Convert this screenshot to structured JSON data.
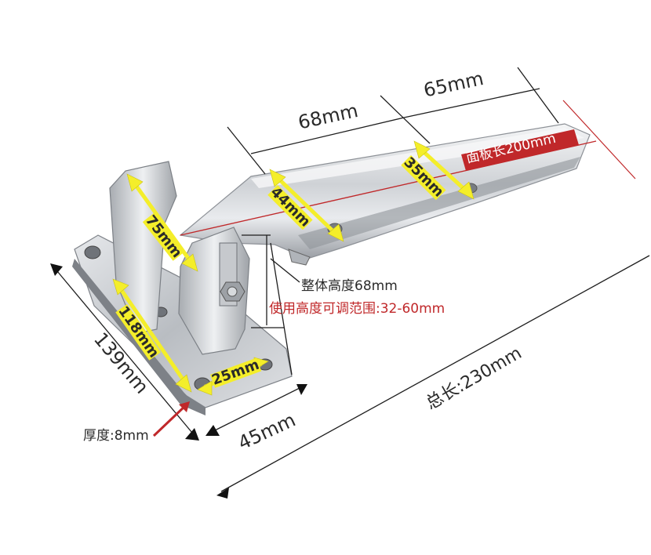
{
  "dims": {
    "d65": "65mm",
    "d68": "68mm",
    "panel": "面板长200mm",
    "d35": "35mm",
    "d44": "44mm",
    "d75": "75mm",
    "d118": "118mm",
    "d25": "25mm",
    "d139": "139mm",
    "d45": "45mm",
    "total": "总长:230mm",
    "height": "整体高度68mm",
    "adjust": "使用高度可调范围:32-60mm",
    "thickness": "厚度:8mm"
  },
  "colors": {
    "arrow_yellow": "#f4ee2a",
    "annotation_red": "#c0282a",
    "line_dark": "#1e1e1e",
    "metal": "#c9ccd0"
  }
}
